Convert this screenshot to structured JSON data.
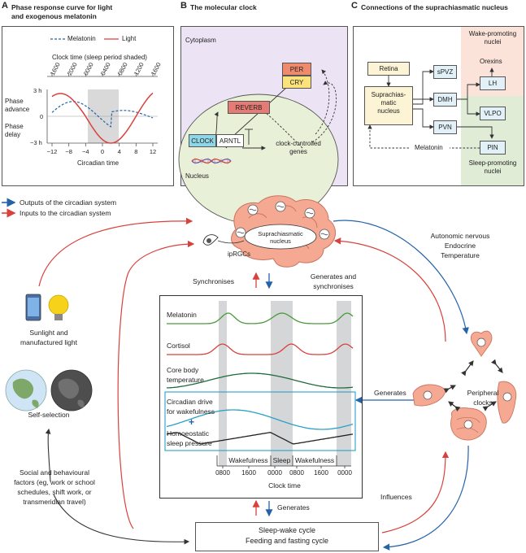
{
  "panel_a": {
    "letter": "A",
    "title_line1": "Phase response curve for light",
    "title_line2": "and exogenous melatonin",
    "legend_melatonin": "Melatonin",
    "legend_light": "Light",
    "clock_label": "Clock time (sleep period shaded)",
    "clock_ticks": [
      "1600",
      "2000",
      "0000",
      "0400",
      "0800",
      "1200",
      "1600"
    ],
    "phase_advance_1": "Phase",
    "phase_advance_2": "advance",
    "phase_delay_1": "Phase",
    "phase_delay_2": "delay",
    "y_ticks": [
      "3 h",
      "0",
      "−3 h"
    ],
    "x_ticks": [
      "−12",
      "−8",
      "−4",
      "0",
      "4",
      "8",
      "12"
    ],
    "x_label": "Circadian time"
  },
  "panel_b": {
    "letter": "B",
    "title": "The molecular clock",
    "cytoplasm": "Cytoplasm",
    "per": "PER",
    "cry": "CRY",
    "reverb": "REVERB",
    "clock": "CLOCK",
    "arntl": "ARNTL",
    "ccg_line1": "clock-controlled",
    "ccg_line2": "genes",
    "nucleus": "Nucleus"
  },
  "panel_c": {
    "letter": "C",
    "title": "Connections of the suprachiasmatic nucleus",
    "wake_line1": "Wake-promoting",
    "wake_line2": "nuclei",
    "sleep_line1": "Sleep-promoting",
    "sleep_line2": "nuclei",
    "retina": "Retina",
    "scn_line1": "Suprachias-",
    "scn_line2": "matic",
    "scn_line3": "nucleus",
    "spvz": "sPVZ",
    "dmh": "DMH",
    "pvn": "PVN",
    "orexins": "Orexins",
    "lh": "LH",
    "vlpo": "VLPO",
    "pin": "PIN",
    "melatonin": "Melatonin"
  },
  "legend": {
    "outputs": "Outputs of the circadian system",
    "inputs": "Inputs to the circadian system",
    "output_color": "#2563a8",
    "input_color": "#d9413c"
  },
  "scn": {
    "label_line1": "Suprachiasmatic",
    "label_line2": "nucleus",
    "iprgcs": "ipRGCs"
  },
  "flow": {
    "autonomic": "Autonomic nervous",
    "endocrine": "Endocrine",
    "temperature": "Temperature",
    "synchronises": "Synchronises",
    "generates_sync_1": "Generates and",
    "generates_sync_2": "synchronises",
    "sunlight_1": "Sunlight and",
    "sunlight_2": "manufactured light",
    "self_selection": "Self-selection",
    "social_1": "Social and behavioural",
    "social_2": "factors (eg, work or school",
    "social_3": "schedules, shift work, or",
    "social_4": "transmeridian travel)",
    "generates_left": "Generates",
    "peripheral_1": "Peripheral",
    "peripheral_2": "clocks",
    "generates_bottom": "Generates",
    "influences": "Influences",
    "sleep_wake": "Sleep-wake cycle",
    "feeding": "Feeding and fasting cycle"
  },
  "rhythms": {
    "melatonin": "Melatonin",
    "cortisol": "Cortisol",
    "core_1": "Core body",
    "core_2": "temperature",
    "drive_1": "Circadian drive",
    "drive_2": "for wakefulness",
    "plus": "+",
    "homeo_1": "Homoeostatic",
    "homeo_2": "sleep pressure",
    "wakefulness": "Wakefulness",
    "sleep": "Sleep",
    "x_ticks": [
      "0800",
      "1600",
      "0000",
      "0800",
      "1600",
      "0000"
    ],
    "x_label": "Clock time"
  },
  "colors": {
    "melatonin_curve": "#4a9a3c",
    "cortisol_curve": "#d9413c",
    "temperature_curve": "#1e6b3a",
    "drive_curve": "#2aa0c8",
    "pressure_curve": "#222222",
    "cytoplasm_bg": "#ece4f5",
    "wake_bg": "#fbe3d9",
    "sleep_bg": "#e1ecd7",
    "scn_box_bg": "#fdf4d6",
    "brain_fill": "#f6a992"
  }
}
